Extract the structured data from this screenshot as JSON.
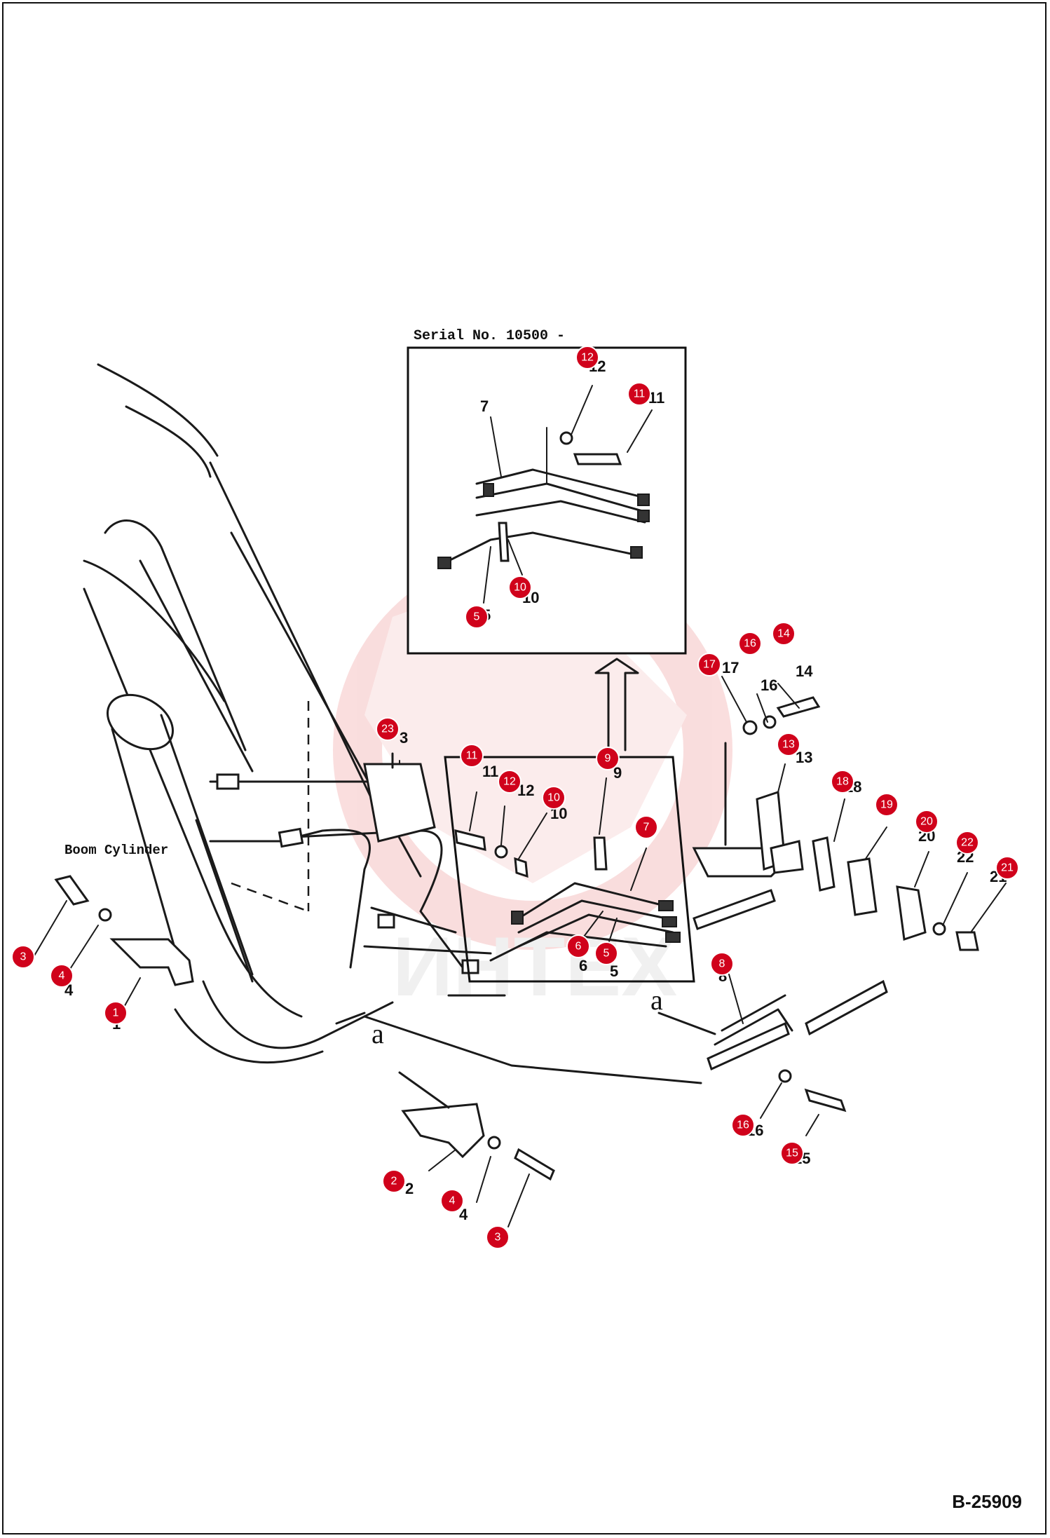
{
  "inset_title": "Serial No. 10500 -",
  "caption_boom": "Boom Cylinder",
  "letter_a": "a",
  "doc_number": "B-25909",
  "watermark_text": "ИНТЕХ",
  "colors": {
    "callout": "#d0021b",
    "watermark": "#f4b4b4",
    "line": "#1a1a1a"
  },
  "callouts": [
    "1",
    "2",
    "3",
    "3",
    "4",
    "4",
    "5",
    "5",
    "6",
    "7",
    "8",
    "9",
    "10",
    "10",
    "11",
    "11",
    "12",
    "12",
    "13",
    "14",
    "15",
    "16",
    "16",
    "17",
    "18",
    "19",
    "20",
    "21",
    "22",
    "23"
  ],
  "printed_labels": [
    "12",
    "11",
    "7",
    "10",
    "5",
    "9",
    "3",
    "13",
    "14",
    "16",
    "17",
    "18",
    "20",
    "22",
    "21",
    "8",
    "6",
    "5",
    "2",
    "4",
    "3",
    "16",
    "15",
    "4",
    "1",
    "11",
    "12",
    "10"
  ]
}
